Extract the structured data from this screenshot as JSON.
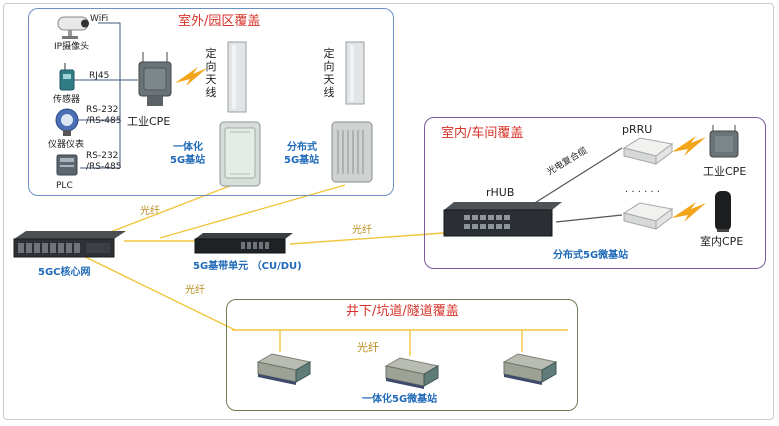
{
  "outdoor": {
    "title": "室外/园区覆盖",
    "devices": {
      "wifi": "WiFi",
      "ip_camera": "IP摄像头",
      "rj45": "RJ45",
      "sensor": "传感器",
      "rs_a_1": "RS-232",
      "rs_a_2": "/RS-485",
      "instrument": "仪器仪表",
      "rs_b_1": "RS-232",
      "rs_b_2": "/RS-485",
      "plc": "PLC",
      "industrial_cpe": "工业CPE"
    },
    "antenna_left": "定向天线",
    "antenna_right": "定向天线",
    "integrated_bs_1": "一体化",
    "integrated_bs_2": "5G基站",
    "distributed_bs_1": "分布式",
    "distributed_bs_2": "5G基站"
  },
  "core": {
    "label": "5GC核心网"
  },
  "bbu": {
    "label": "5G基带单元 （CU/DU)"
  },
  "fiber": {
    "label_top": "光纤",
    "label_mid": "光纤",
    "label_low": "光纤",
    "label_mine": "光纤"
  },
  "indoor": {
    "title": "室内/车间覆盖",
    "rhub": "rHUB",
    "prru": "pRRU",
    "composite_cable": "光电复合缆",
    "dots": "· · · · · ·",
    "industrial_cpe": "工业CPE",
    "indoor_cpe": "室内CPE",
    "footer": "分布式5G微基站"
  },
  "mine": {
    "title": "井下/坑道/隧道覆盖",
    "footer": "一体化5G微基站"
  },
  "colors": {
    "fiber": "#f2c53d",
    "outdoor_border": "#6c8fc6",
    "indoor_border": "#7a5a9a",
    "mine_border": "#6b7f52",
    "title_red": "#d8332a",
    "label_blue": "#1f6ab8"
  },
  "icons": [
    "camera-icon",
    "sensor-icon",
    "instrument-icon",
    "plc-icon",
    "cpe-icon",
    "antenna-icon",
    "base-station-icon",
    "server-icon",
    "bbu-icon",
    "rhub-icon",
    "prru-icon",
    "indoor-cpe-icon",
    "micro-base-station-icon",
    "lightning-icon"
  ]
}
